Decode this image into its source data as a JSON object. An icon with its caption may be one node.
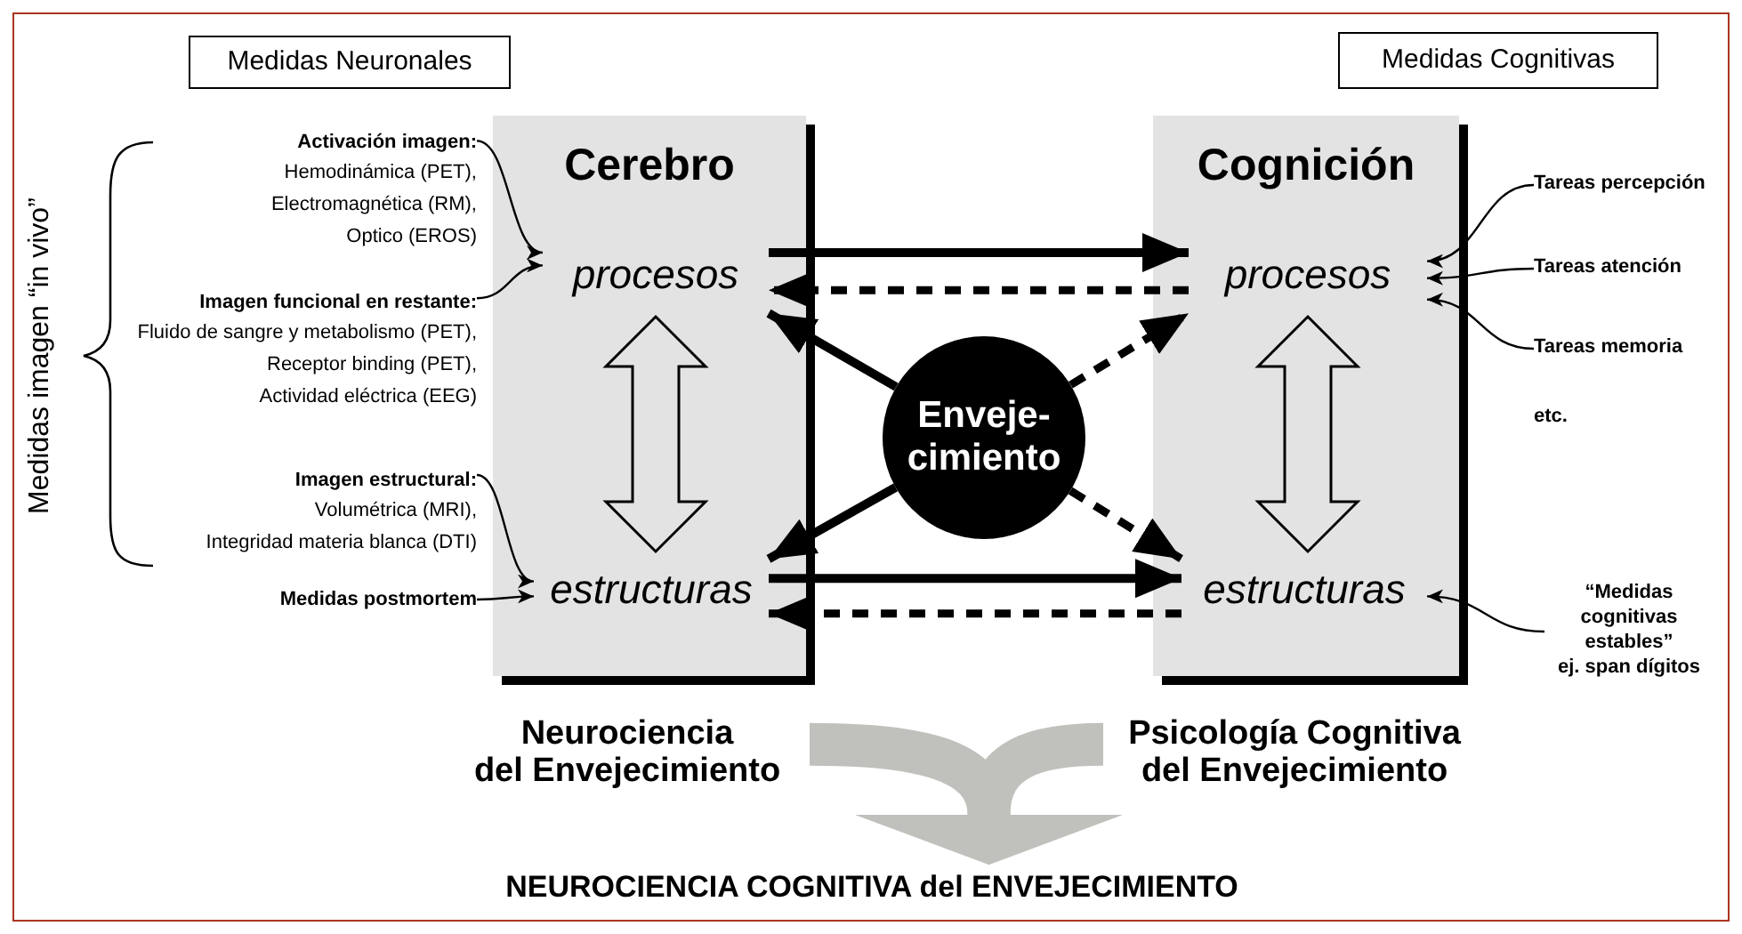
{
  "diagram": {
    "nodes": [
      {
        "text": [
          "Cerebro"
        ]
      },
      {
        "text": [
          "procesos"
        ],
        "in": 0
      },
      {
        "text": [
          "estructuras"
        ],
        "in": 0
      },
      {
        "text": [
          "Cognición"
        ]
      },
      {
        "text": [
          "procesos"
        ],
        "in": 3
      },
      {
        "text": [
          "estructuras"
        ],
        "in": 3
      },
      {
        "text": [
          "Enveje- cimiento"
        ]
      },
      {
        "text": [
          "Medidas Neuronales"
        ]
      },
      {
        "text": [
          "Medidas Cognitivas"
        ]
      },
      {
        "text": [
          "Activación imagen:",
          "Hemodinámica (PET), Electromagnética (RM), Optico (EROS)"
        ]
      },
      {
        "text": [
          "Imagen funcional en restante:",
          "Fluido de sangre y metabolismo (PET), Receptor binding (PET), Actividad eléctrica (EEG)"
        ]
      },
      {
        "text": [
          "Imagen estructural:",
          "Volumétrica (MRI), Integridad materia blanca (DTI)"
        ]
      },
      {
        "text": [
          "Medidas postmortem"
        ]
      },
      {
        "text": [
          "Tareas percepción"
        ]
      },
      {
        "text": [
          "Tareas atención"
        ]
      },
      {
        "text": [
          "Tareas memoria"
        ]
      },
      {
        "text": [
          "“Medidas cognitivas estables”",
          "ej. span dígitos"
        ]
      },
      {
        "text": [
          "Neurociencia del Envejecimiento"
        ]
      },
      {
        "text": [
          "Psicología Cognitiva del Envejecimiento"
        ]
      },
      {
        "text": [
          "NEUROCIENCIA COGNITIVA del ENVEJECIMIENTO"
        ]
      }
    ],
    "edges": [
      {
        "from": 1,
        "to": 4,
        "arrow": "to"
      },
      {
        "from": 4,
        "to": 1,
        "arrow": "to",
        "style": "dashed"
      },
      {
        "from": 2,
        "to": 5,
        "arrow": "to"
      },
      {
        "from": 5,
        "to": 2,
        "arrow": "to",
        "style": "dashed"
      },
      {
        "from": 6,
        "to": 1,
        "arrow": "to"
      },
      {
        "from": 6,
        "to": 2,
        "arrow": "to"
      },
      {
        "from": 6,
        "to": 4,
        "arrow": "to",
        "style": "dashed"
      },
      {
        "from": 6,
        "to": 5,
        "arrow": "to",
        "style": "dashed"
      },
      {
        "from": 1,
        "to": 2,
        "arrow": "both",
        "style": "thick"
      },
      {
        "from": 4,
        "to": 5,
        "arrow": "both",
        "style": "thick"
      },
      {
        "from": 9,
        "to": 1,
        "arrow": "to"
      },
      {
        "from": 10,
        "to": 1,
        "arrow": "to"
      },
      {
        "from": 11,
        "to": 2,
        "arrow": "to"
      },
      {
        "from": 12,
        "to": 2,
        "arrow": "to"
      },
      {
        "from": 13,
        "to": 4,
        "arrow": "to"
      },
      {
        "from": 14,
        "to": 4,
        "arrow": "to"
      },
      {
        "from": 15,
        "to": 4,
        "arrow": "to"
      },
      {
        "from": 16,
        "to": 5,
        "arrow": "to"
      },
      {
        "from": 17,
        "to": 19,
        "arrow": "to",
        "style": "thick",
        "color": "#c0c1bc"
      },
      {
        "from": 18,
        "to": 19,
        "arrow": "to",
        "style": "thick",
        "color": "#c0c1bc"
      }
    ],
    "labels": [
      "Medidas imagen “in vivo”",
      "etc."
    ]
  }
}
